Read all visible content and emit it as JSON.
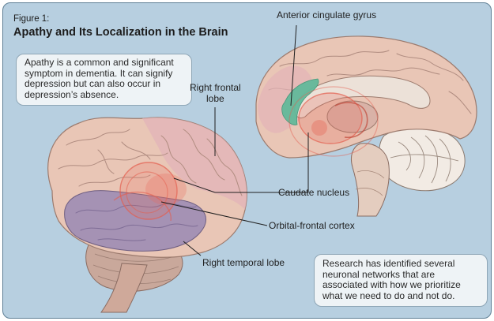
{
  "figure": {
    "number": "Figure 1:",
    "title": "Apathy and Its Localization in the Brain"
  },
  "callouts": {
    "top": [
      "Apathy is a common and significant",
      "symptom in dementia. It can signify",
      "depression but can also occur in",
      "depression’s absence."
    ],
    "bottom": [
      "Research has identified several",
      "neuronal networks that are",
      "associated with how we prioritize",
      "what we need to do and not do."
    ]
  },
  "labels": {
    "anterior_cingulate": "Anterior cingulate gyrus",
    "right_frontal": [
      "Right frontal",
      "lobe"
    ],
    "caudate": "Caudate nucleus",
    "orbital_frontal": "Orbital-frontal cortex",
    "right_temporal": "Right temporal lobe"
  },
  "colors": {
    "background": "#b7cfe0",
    "brain": "#e9c6b6",
    "temporal_lobe": "#a592b4",
    "highlight": "#e86d5c",
    "cingulate": "#63b99a"
  }
}
